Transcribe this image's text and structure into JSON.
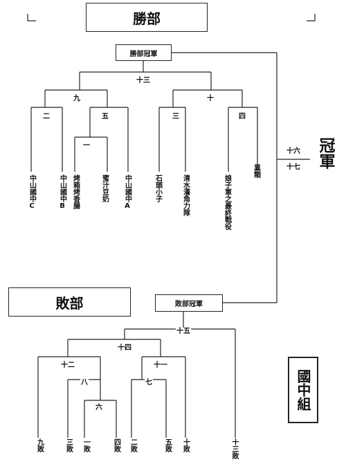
{
  "header": {
    "winners_title": "勝部",
    "losers_title": "敗部",
    "division": "國中組"
  },
  "final": {
    "champion_label": "冠軍",
    "match_upper": "十六",
    "match_lower": "十七"
  },
  "winners_bracket": {
    "champion_box": "勝部冠軍",
    "match_labels": {
      "m13": "十三",
      "m9": "九",
      "m10": "十",
      "m2": "二",
      "m5": "五",
      "m1": "一",
      "m3": "三",
      "m4": "四"
    },
    "teams": [
      "中山國中C",
      "中山國中B",
      "烤箱烤香腸",
      "蜜汁豆奶",
      "中山國中A",
      "石頭小子",
      "清水灌角力隊",
      "娘子軍之最終戰役",
      "異類"
    ]
  },
  "losers_bracket": {
    "champion_box": "敗部冠軍",
    "match_labels": {
      "m15": "十五",
      "m14": "十四",
      "m12": "十二",
      "m11": "十一",
      "m8": "八",
      "m7": "七",
      "m6": "六"
    },
    "entries": [
      "九敗",
      "三敗",
      "一敗",
      "四敗",
      "二敗",
      "五敗",
      "十敗",
      "十三敗"
    ]
  }
}
